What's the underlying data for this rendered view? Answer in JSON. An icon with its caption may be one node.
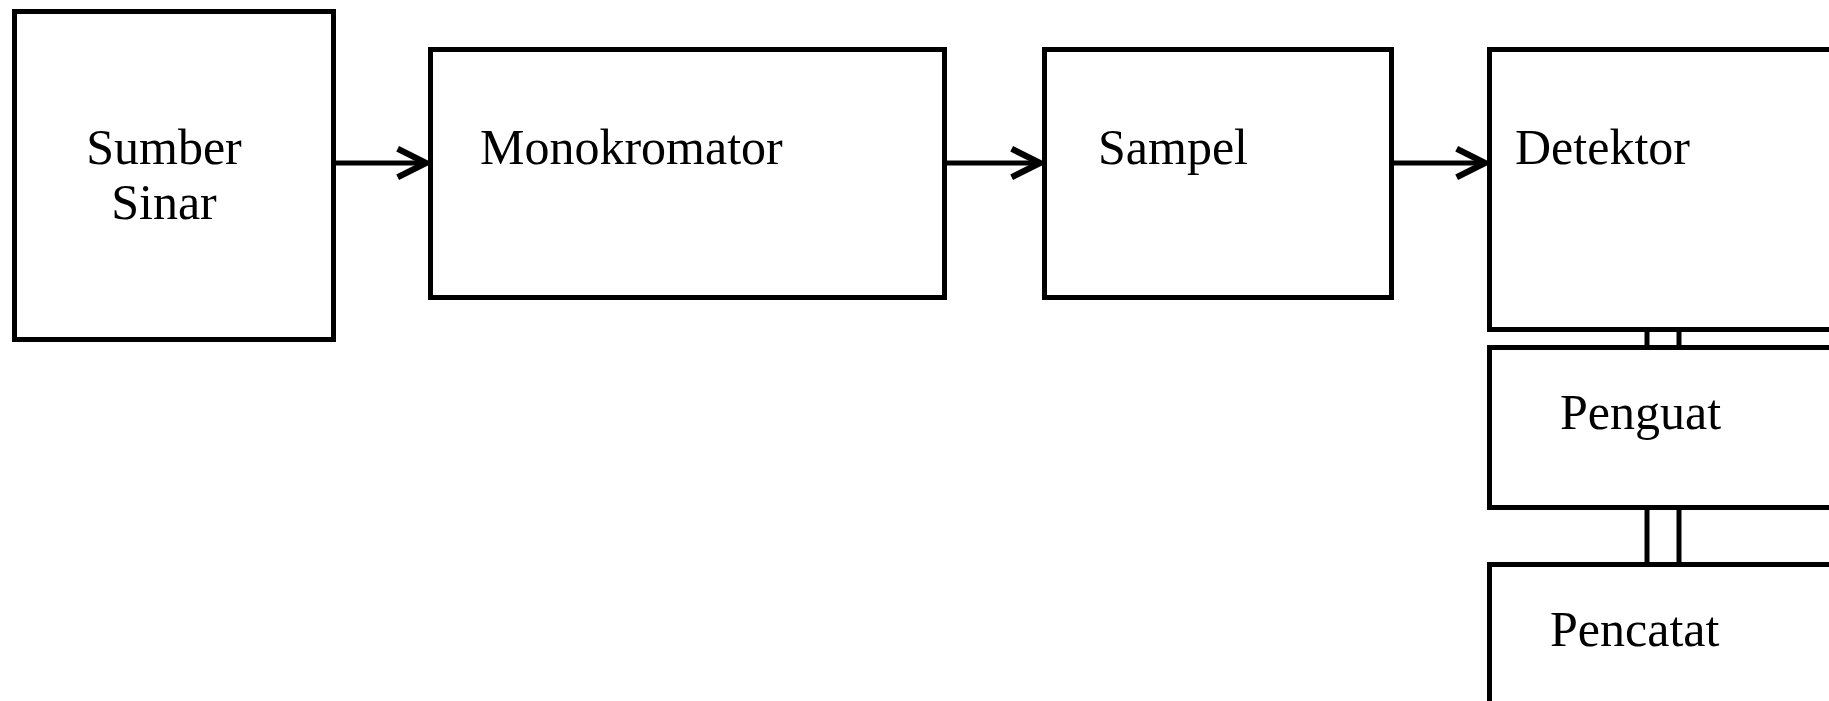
{
  "diagram": {
    "nodes": [
      {
        "text": [
          "Sumber Sinar"
        ]
      },
      {
        "text": [
          "Monokromator"
        ]
      },
      {
        "text": [
          "Sampel"
        ]
      },
      {
        "text": [
          "Detektor"
        ]
      },
      {
        "text": [
          "Penguat"
        ]
      },
      {
        "text": [
          "Pencatat"
        ]
      }
    ],
    "edges": [
      {
        "from": 0,
        "to": 1,
        "arrow": "to"
      },
      {
        "from": 1,
        "to": 2,
        "arrow": "to"
      },
      {
        "from": 2,
        "to": 3,
        "arrow": "to"
      },
      {
        "from": 3,
        "to": 4,
        "arrow": "none"
      },
      {
        "from": 4,
        "to": 5,
        "arrow": "none"
      }
    ]
  }
}
